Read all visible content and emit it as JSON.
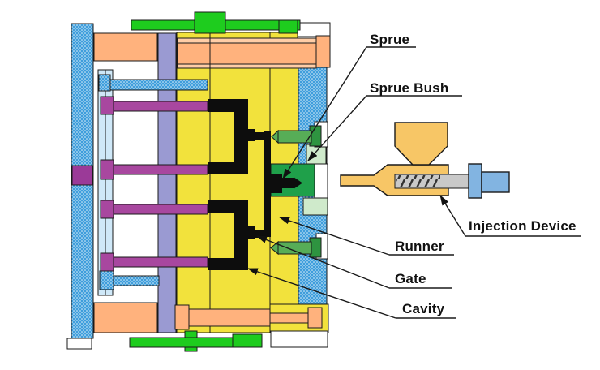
{
  "callouts": [
    {
      "label": "Sprue"
    },
    {
      "label": "Sprue Bush"
    },
    {
      "label": "Injection Device"
    },
    {
      "label": "Runner"
    },
    {
      "label": "Gate"
    },
    {
      "label": "Cavity"
    }
  ],
  "colors": {
    "white": "#ffffff",
    "outline": "#1a1a1a",
    "plate_blue": "#3f9edc",
    "pale_blue": "#cfe8f8",
    "purple_column": "#9a9ad2",
    "magenta": "#a8479f",
    "magenta_dark": "#9b3a98",
    "orange": "#ffb27d",
    "orange_light": "#ffcda6",
    "yellow": "#f2e23c",
    "green_bright": "#1ecc1e",
    "green_mid": "#57ad57",
    "green_head": "#2e9440",
    "bush_green": "#1fa04a",
    "pale_green": "#cfeacb",
    "black_part": "#0d0d0d",
    "device_tan": "#f7c666",
    "device_gray": "#c9c9c9",
    "device_blue": "#82b4e1"
  }
}
